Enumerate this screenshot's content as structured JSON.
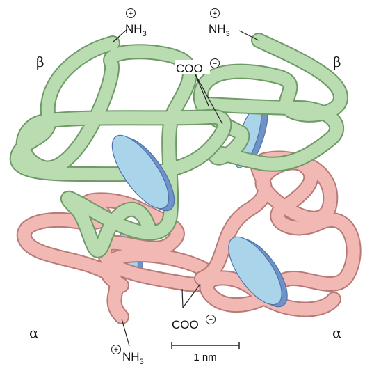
{
  "colors": {
    "beta_fill": "#b9dcb0",
    "beta_edge": "#6f9a68",
    "alpha_fill": "#f1b8b4",
    "alpha_edge": "#b77a77",
    "heme_fill": "#a9d4ea",
    "heme_side": "#6f92c8",
    "heme_edge": "#4d73aa",
    "line": "#222222"
  },
  "labels": {
    "beta_left": "β",
    "beta_right": "β",
    "alpha_left": "α",
    "alpha_right": "α",
    "n_term_left_top": {
      "main": "NH",
      "sub": "3",
      "charge": "+"
    },
    "n_term_right_top": {
      "main": "NH",
      "sub": "3",
      "charge": "+"
    },
    "n_term_bottom": {
      "main": "NH",
      "sub": "3",
      "charge": "+"
    },
    "c_term_top": {
      "main": "COO",
      "charge": "−"
    },
    "c_term_bottom": {
      "main": "COO",
      "charge": "−"
    },
    "scale_bar": "1 nm"
  },
  "icons": {
    "positive_charge": "circled-plus-icon",
    "negative_charge": "circled-minus-icon"
  }
}
